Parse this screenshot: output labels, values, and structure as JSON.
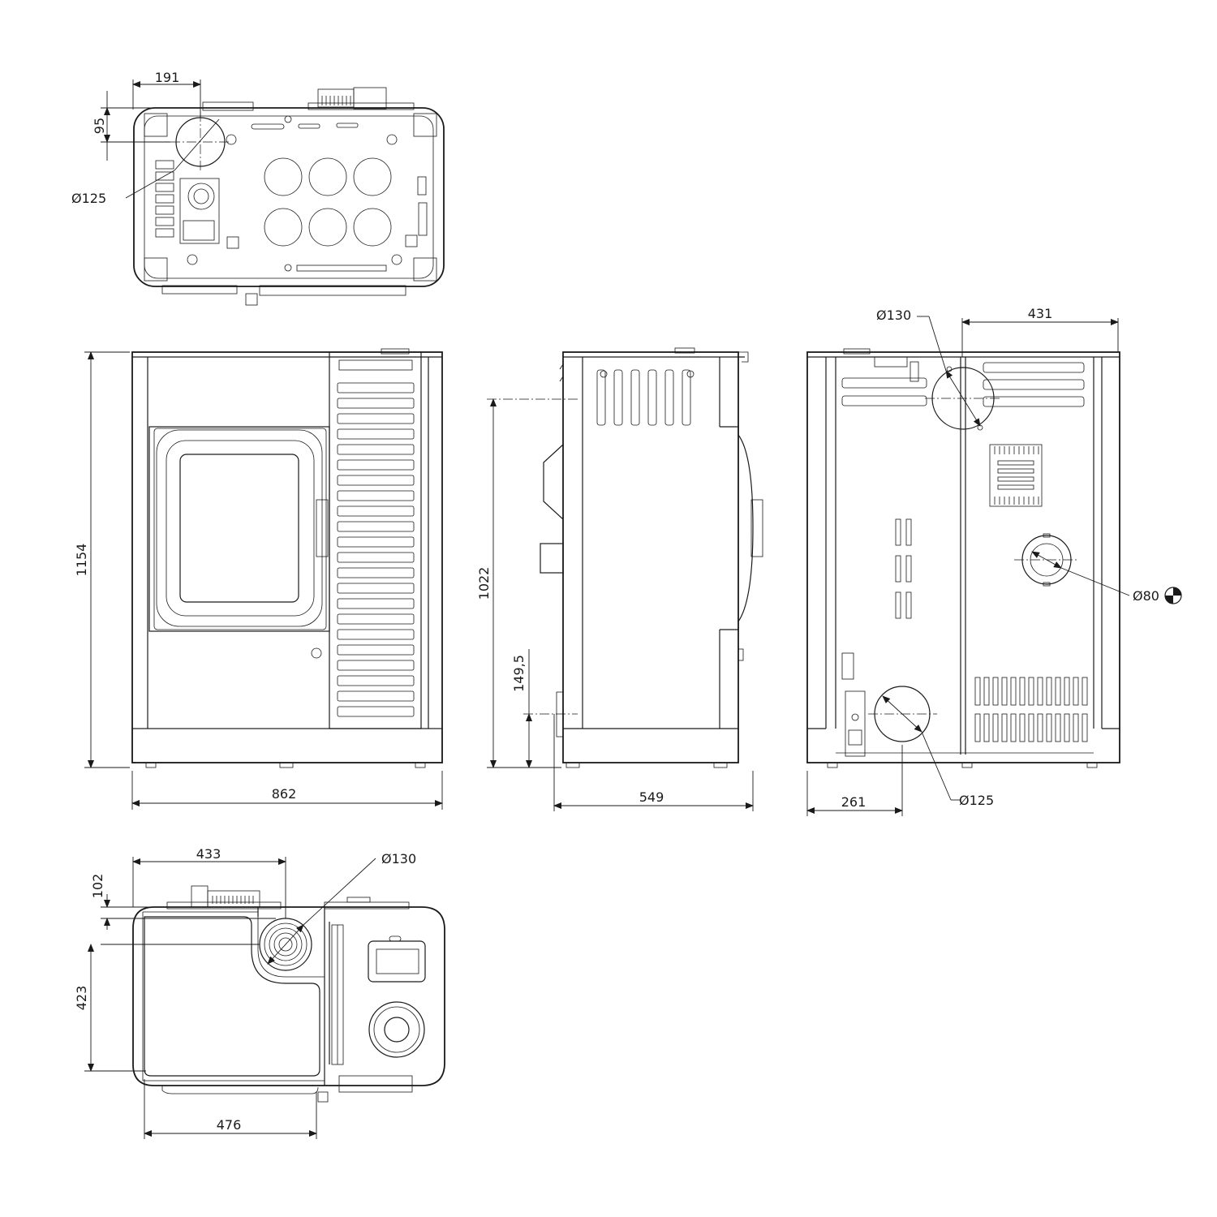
{
  "views": {
    "top_view": {
      "dim_191": "191",
      "dim_95": "95",
      "dia_125": "Ø125"
    },
    "front_view": {
      "dim_1154": "1154",
      "dim_862": "862"
    },
    "side_view": {
      "dim_1022": "1022",
      "dim_149_5": "149,5",
      "dim_549": "549"
    },
    "rear_view": {
      "dia_130": "Ø130",
      "dim_431": "431",
      "dia_80": "Ø80",
      "dim_261": "261",
      "dia_125": "Ø125"
    },
    "plan_view": {
      "dim_433": "433",
      "dia_130": "Ø130",
      "dim_102": "102",
      "dim_423": "423",
      "dim_476": "476"
    }
  },
  "colors": {
    "line": "#1a1a1a",
    "background": "#ffffff"
  }
}
